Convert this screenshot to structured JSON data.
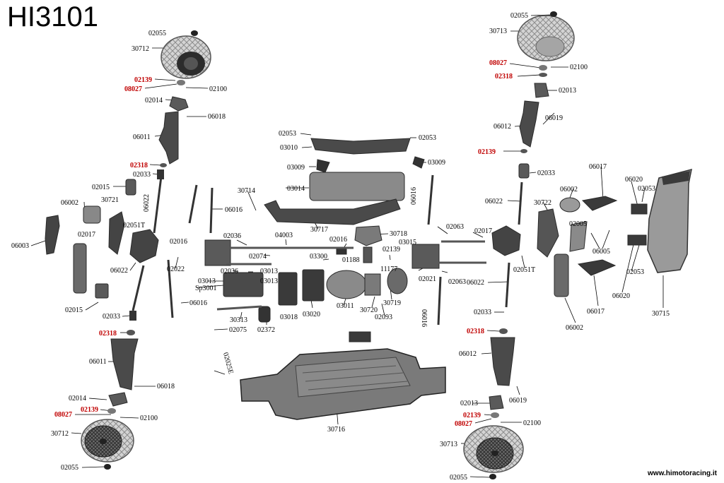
{
  "title": "HI3101",
  "website": "www.himotoracing.it",
  "colors": {
    "highlight_part": "#c00000",
    "part": "#000000",
    "component_fill": "#8a8a8a",
    "dark_fill": "#3a3a3a"
  },
  "parts": {
    "p02055_tl": "02055",
    "p30712_tl": "30712",
    "p02139_tl": "02139",
    "p08027_tl": "08027",
    "p02100_tl": "02100",
    "p02014_tl": "02014",
    "p06018_tl": "06018",
    "p06011_tl": "06011",
    "p02318_tl": "02318",
    "p02033_tl": "02033",
    "p02015_tl": "02015",
    "p06022_lv": "06022",
    "p06002_l": "06002",
    "p30721": "30721",
    "p02017_l": "02017",
    "p02051T_l": "02051T",
    "p06003": "06003",
    "p06022_l": "06022",
    "p02015_l2": "02015",
    "p02033_l2": "02033",
    "p02318_l2": "02318",
    "p06011_l2": "06011",
    "p02014_bl": "02014",
    "p06018_bl": "06018",
    "p08027_bl": "08027",
    "p02139_bl": "02139",
    "p02100_bl": "02100",
    "p30712_bl": "30712",
    "p02055_bl": "02055",
    "p02053_a": "02053",
    "p02053_b": "02053",
    "p03010": "03010",
    "p03009_a": "03009",
    "p03009_b": "03009",
    "p03014": "03014",
    "p30714": "30714",
    "p06016_a": "06016",
    "p30717": "30717",
    "p02036_a": "02036",
    "p04003": "04003",
    "p02016_a": "02016",
    "p30718": "30718",
    "p02016_b": "02016",
    "p02074": "02074",
    "p02022": "02022",
    "p02036_b": "02036",
    "p03013_a": "03013",
    "p03300": "03300",
    "p01188": "01188",
    "p02139_c": "02139",
    "p03015": "03015",
    "p11177": "11177",
    "p03013_b": "03013",
    "p03013_c": "03013",
    "pSp3001": "Sp3001",
    "p06016_b": "06016",
    "p03018": "03018",
    "p03020": "03020",
    "p03011": "03011",
    "p30720": "30720",
    "p30719": "30719",
    "p02093": "02093",
    "p30313": "30313",
    "p02075": "02075",
    "p02372": "02372",
    "p02025E": "02025E",
    "p30716": "30716",
    "p06016_c": "06016",
    "p02063_a": "02063",
    "p02021": "02021",
    "p02063_b": "02063",
    "p06016_d": "06016",
    "p02017_r": "02017",
    "p02055_tr": "02055",
    "p30713_tr": "30713",
    "p08027_tr": "08027",
    "p02100_tr": "02100",
    "p02318_tr": "02318",
    "p02013_tr": "02013",
    "p06019_tr": "06019",
    "p06012_tr": "06012",
    "p02139_tr": "02139",
    "p02033_tr": "02033",
    "p06022_r": "06022",
    "p30722": "30722",
    "p06002_r": "06002",
    "p02005": "02005",
    "p06017_a": "06017",
    "p06020_a": "06020",
    "p02053_c": "02053",
    "p06005": "06005",
    "p02051T_r": "02051T",
    "p02053_d": "02053",
    "p06020_b": "06020",
    "p06017_b": "06017",
    "p30715": "30715",
    "p06022_r2": "06022",
    "p02033_r2": "02033",
    "p06002_r2": "06002",
    "p02318_r2": "02318",
    "p06012_r2": "06012",
    "p06019_br": "06019",
    "p02013_br": "02013",
    "p02139_br": "02139",
    "p08027_br": "08027",
    "p02100_br": "02100",
    "p30713_br": "30713",
    "p02055_br": "02055"
  }
}
